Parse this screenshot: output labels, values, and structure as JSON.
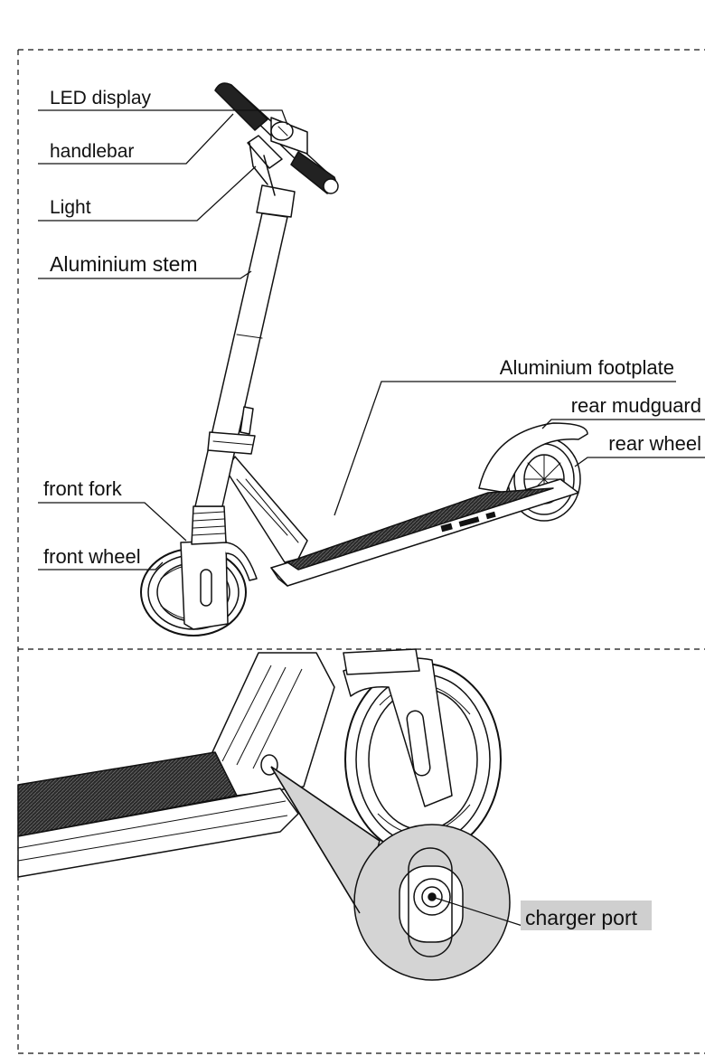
{
  "labels": {
    "led_display": "LED display",
    "handlebar": "handlebar",
    "light": "Light",
    "aluminium_stem": "Aluminium stem",
    "aluminium_footplate": "Aluminium footplate",
    "rear_mudguard": "rear mudguard",
    "rear_wheel": "rear wheel",
    "front_fork": "front fork",
    "front_wheel": "front wheel",
    "charger_port": "charger port"
  },
  "colors": {
    "line": "#111111",
    "deck": "#2a2a2a",
    "magnifier_fill": "#d4d4d4",
    "charger_label_bg": "#cfcfcf"
  }
}
